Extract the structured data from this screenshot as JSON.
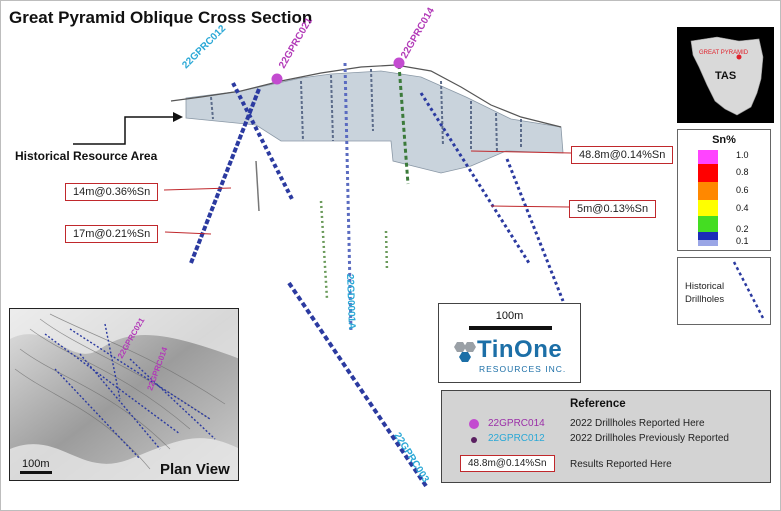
{
  "title": "Great Pyramid Oblique Cross Section",
  "labels": {
    "historical_resource_area": "Historical Resource Area",
    "plan_view": "Plan View",
    "plan_scale": "100m",
    "section_scale": "100m"
  },
  "hole_labels": [
    {
      "text": "22GPRC012",
      "color": "#2aa8d6"
    },
    {
      "text": "22GPRC021",
      "color": "#b23ab8"
    },
    {
      "text": "22GPRC014",
      "color": "#b23ab8"
    },
    {
      "text": "22GD0001A",
      "color": "#2aa8d6"
    },
    {
      "text": "22GPRC003",
      "color": "#2aa8d6"
    }
  ],
  "plan_hole_labels": [
    "22GPRC021",
    "22GPRC014"
  ],
  "callouts": [
    "14m@0.36%Sn",
    "17m@0.21%Sn",
    "48.8m@0.14%Sn",
    "5m@0.13%Sn"
  ],
  "tas_map": {
    "label": "TAS",
    "place": "GREAT PYRAMID",
    "marker_color": "#e0202a"
  },
  "legend": {
    "title": "Sn%",
    "ticks": [
      "1.0",
      "0.8",
      "0.6",
      "0.4",
      "0.2",
      "0.1"
    ],
    "colors": [
      "#ff44ff",
      "#ff0000",
      "#ff8800",
      "#ffff00",
      "#44dd22",
      "#1b2db8",
      "#9aa6e6"
    ]
  },
  "historical_drillholes": "Historical Drillholes",
  "brand": {
    "name": "TinOne",
    "sub": "RESOURCES INC.",
    "color": "#1c6fa7"
  },
  "reference": {
    "title": "Reference",
    "items": [
      {
        "hole": "22GPRC014",
        "hole_color": "#9b2fa8",
        "desc": "2022 Drillholes Reported Here"
      },
      {
        "hole": "22GPRC012",
        "hole_color": "#2aa8d6",
        "desc": "2022 Drillholes Previously Reported"
      }
    ],
    "sample_callout": "48.8m@0.14%Sn",
    "sample_desc": "Results Reported Here"
  }
}
